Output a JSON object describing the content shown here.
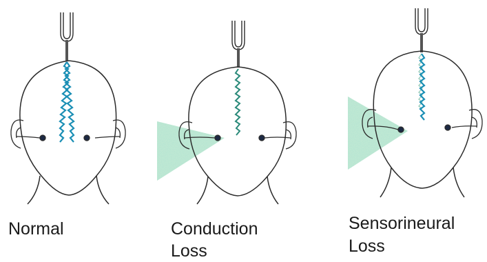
{
  "captions": {
    "normal": "Normal",
    "conduction_line1": "Conduction",
    "conduction_line2": "Loss",
    "sensorineural_line1": "Sensorineural",
    "sensorineural_line2": "Loss"
  },
  "colors": {
    "outline": "#2b2b2b",
    "wave": "#1b8fb5",
    "wave_light": "#56b9d4",
    "sound_cone": "#8fd3b8",
    "ear_dark": "#1d2a44"
  },
  "icons": {
    "tuning_fork": "tuning-fork-icon",
    "head": "head-outline"
  }
}
